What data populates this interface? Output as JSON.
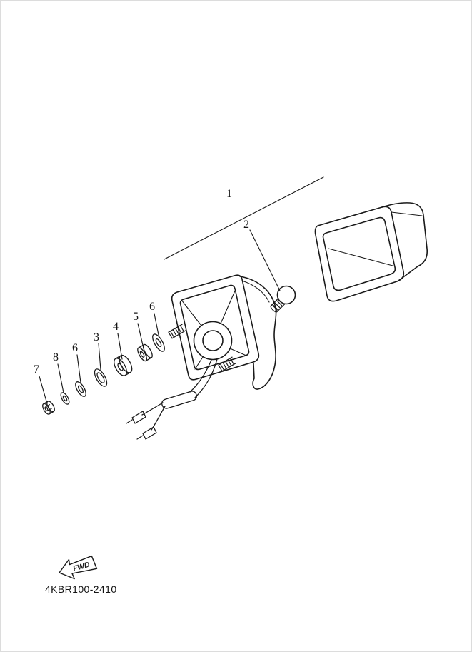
{
  "page": {
    "background": "#ffffff",
    "line_color": "#1a1a1a",
    "border_color": "#dcdcdc"
  },
  "diagram": {
    "part_code": "4KBR100-2410",
    "fwd_label": "FWD",
    "callouts": [
      "1",
      "2",
      "3",
      "4",
      "5",
      "6",
      "6",
      "7",
      "8"
    ]
  }
}
